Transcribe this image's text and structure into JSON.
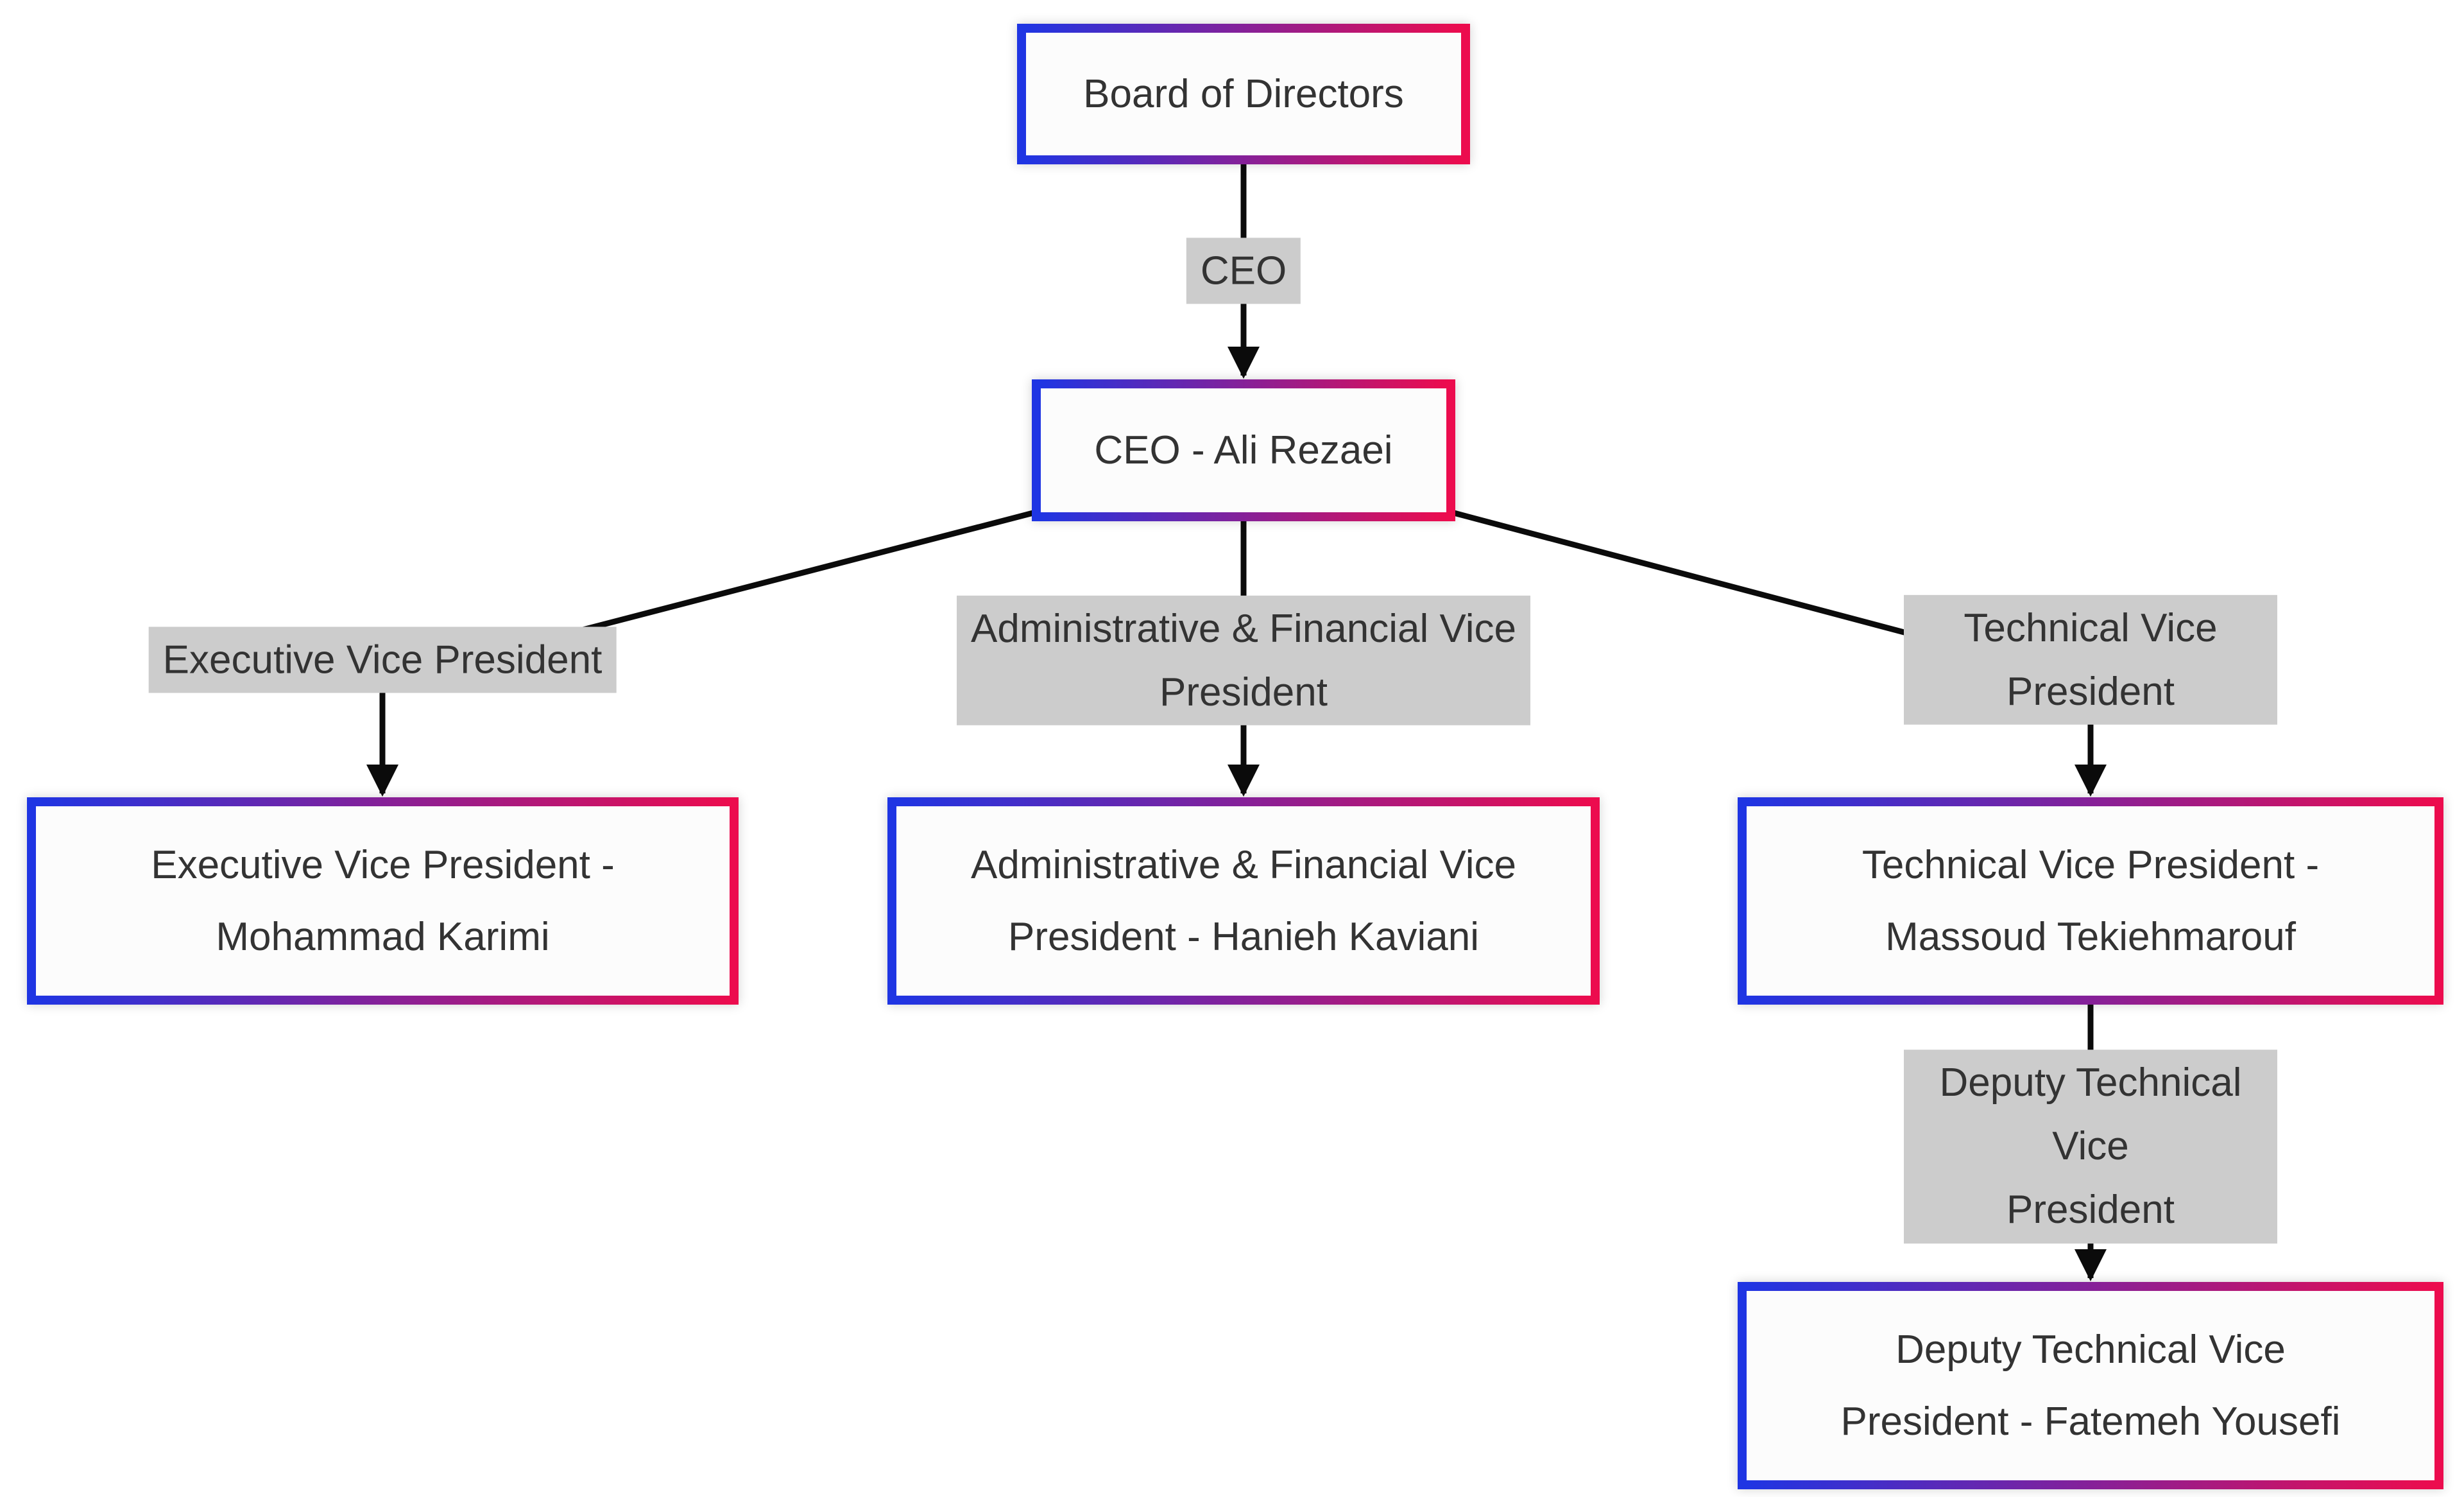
{
  "diagram_type": "org-flowchart",
  "nodes": {
    "board": {
      "label": "Board of Directors"
    },
    "ceo": {
      "label": "CEO - Ali Rezaei"
    },
    "evp": {
      "label": "Executive Vice President -\nMohammad Karimi"
    },
    "afvp": {
      "label": "Administrative & Financial Vice\nPresident - Hanieh Kaviani"
    },
    "tvp": {
      "label": "Technical Vice President -\nMassoud Tekiehmarouf"
    },
    "dtvp": {
      "label": "Deputy Technical Vice\nPresident - Fatemeh Yousefi"
    }
  },
  "edge_labels": {
    "ceo": "CEO",
    "evp": "Executive Vice President",
    "afvp": "Administrative & Financial Vice\nPresident",
    "tvp": "Technical Vice President",
    "dtvp": "Deputy Technical Vice\nPresident"
  },
  "colors": {
    "node_border_gradient_start": "#1f35e3",
    "node_border_gradient_end": "#ec0c4e",
    "node_fill": "#fcfcfc",
    "edge_label_background": "#cccccc",
    "text": "#333333",
    "edge_line": "#0b0b0b",
    "page_background": "#ffffff"
  }
}
